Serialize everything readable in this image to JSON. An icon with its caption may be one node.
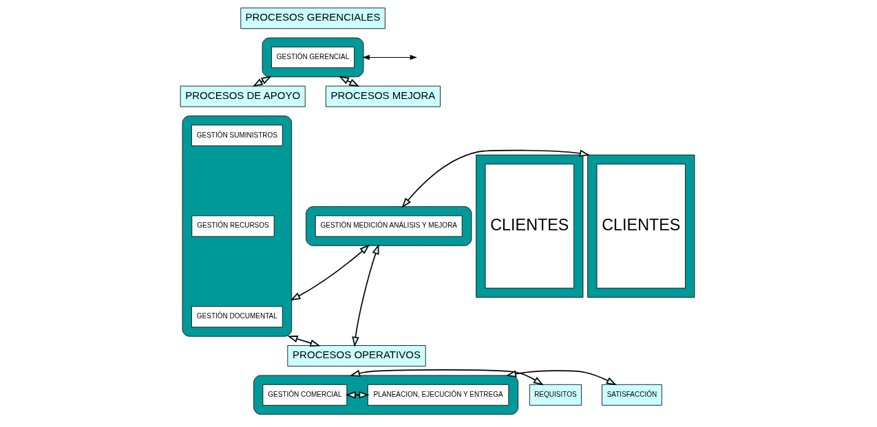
{
  "diagram": {
    "nodes": [
      {
        "text": [
          "PROCESOS GERENCIALES"
        ]
      },
      {
        "text": [],
        "shape": "box"
      },
      {
        "text": [
          "GESTIÓN GERENCIAL"
        ],
        "in": 1
      },
      {
        "text": [],
        "shape": "bar"
      },
      {
        "text": [
          "CLIENTES"
        ],
        "in": 3
      },
      {
        "text": [],
        "shape": "bar"
      },
      {
        "text": [
          "CLIENTES"
        ],
        "in": 5
      },
      {
        "text": [
          "PROCESOS DE APOYO"
        ]
      },
      {
        "text": [
          "PROCESOS MEJORA"
        ]
      },
      {
        "text": [],
        "shape": "box"
      },
      {
        "text": [
          "GESTIÓN SUMINISTROS"
        ],
        "in": 9
      },
      {
        "text": [
          "GESTIÓN RECURSOS"
        ],
        "in": 9
      },
      {
        "text": [
          "GESTIÓN DOCUMENTAL"
        ],
        "in": 9
      },
      {
        "text": [],
        "shape": "box"
      },
      {
        "text": [
          "GESTIÓN MEDICIÓN ANÁLISIS Y MEJORA"
        ],
        "in": 13
      },
      {
        "text": [
          "PROCESOS OPERATIVOS"
        ]
      },
      {
        "text": [
          "REQUISITOS"
        ]
      },
      {
        "text": [],
        "shape": "box"
      },
      {
        "text": [
          "GESTIÓN COMERCIAL"
        ],
        "in": 17
      },
      {
        "text": [
          "PLANEACION, EJECUCIÓN Y ENTREGA"
        ],
        "in": 17
      },
      {
        "text": [
          "SATISFACCIÓN"
        ]
      }
    ],
    "edges": [
      {
        "from": null,
        "to": 1,
        "arrow": "both",
        "color": "#000000"
      },
      {
        "from": 1,
        "to": 7,
        "arrow": "both"
      },
      {
        "from": 1,
        "to": 8,
        "arrow": "both"
      },
      {
        "from": 9,
        "to": 13,
        "arrow": "both"
      },
      {
        "from": 13,
        "to": 5,
        "arrow": "both"
      },
      {
        "from": 9,
        "to": 15,
        "arrow": "both"
      },
      {
        "from": 13,
        "to": 15,
        "arrow": "both"
      },
      {
        "from": 16,
        "to": 17,
        "arrow": "both"
      },
      {
        "from": 18,
        "to": 19,
        "arrow": "both"
      },
      {
        "from": 17,
        "to": 20,
        "arrow": "both"
      }
    ]
  }
}
